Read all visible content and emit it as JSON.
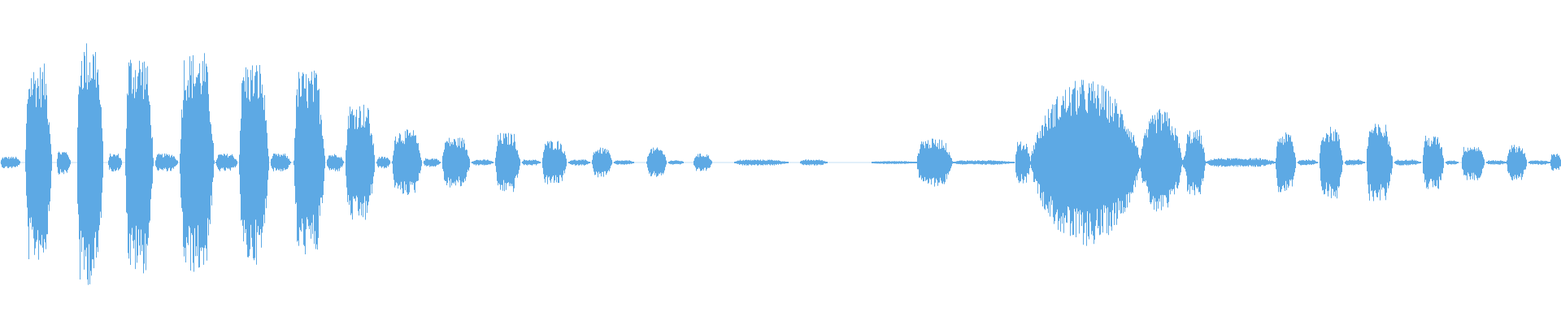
{
  "waveform": {
    "color": "#5da9e4",
    "background": "#ffffff",
    "amplitude_envelope": {
      "description_type": "relative peak amplitude along the timeline (0..1)",
      "segments": [
        {
          "start": 0.0,
          "end": 0.013,
          "peak": 0.04,
          "shape": "sym"
        },
        {
          "start": 0.016,
          "end": 0.033,
          "peak": 0.66,
          "shape": "sym"
        },
        {
          "start": 0.036,
          "end": 0.045,
          "peak": 0.08,
          "shape": "sym"
        },
        {
          "start": 0.049,
          "end": 0.066,
          "peak": 0.82,
          "shape": "sym"
        },
        {
          "start": 0.069,
          "end": 0.078,
          "peak": 0.06,
          "shape": "sym"
        },
        {
          "start": 0.08,
          "end": 0.098,
          "peak": 0.74,
          "shape": "sym"
        },
        {
          "start": 0.099,
          "end": 0.114,
          "peak": 0.06,
          "shape": "sym"
        },
        {
          "start": 0.115,
          "end": 0.137,
          "peak": 0.74,
          "shape": "sym"
        },
        {
          "start": 0.138,
          "end": 0.152,
          "peak": 0.06,
          "shape": "sym"
        },
        {
          "start": 0.153,
          "end": 0.172,
          "peak": 0.68,
          "shape": "sym"
        },
        {
          "start": 0.173,
          "end": 0.186,
          "peak": 0.06,
          "shape": "sym"
        },
        {
          "start": 0.188,
          "end": 0.208,
          "peak": 0.62,
          "shape": "sym"
        },
        {
          "start": 0.209,
          "end": 0.22,
          "peak": 0.06,
          "shape": "sym"
        },
        {
          "start": 0.221,
          "end": 0.24,
          "peak": 0.4,
          "shape": "sym"
        },
        {
          "start": 0.241,
          "end": 0.25,
          "peak": 0.04,
          "shape": "sym"
        },
        {
          "start": 0.251,
          "end": 0.27,
          "peak": 0.22,
          "shape": "sym"
        },
        {
          "start": 0.271,
          "end": 0.282,
          "peak": 0.03,
          "shape": "sym"
        },
        {
          "start": 0.283,
          "end": 0.301,
          "peak": 0.17,
          "shape": "sym"
        },
        {
          "start": 0.302,
          "end": 0.316,
          "peak": 0.02,
          "shape": "sym"
        },
        {
          "start": 0.317,
          "end": 0.333,
          "peak": 0.2,
          "shape": "sym"
        },
        {
          "start": 0.334,
          "end": 0.346,
          "peak": 0.02,
          "shape": "sym"
        },
        {
          "start": 0.347,
          "end": 0.363,
          "peak": 0.15,
          "shape": "sym"
        },
        {
          "start": 0.364,
          "end": 0.378,
          "peak": 0.02,
          "shape": "sym"
        },
        {
          "start": 0.379,
          "end": 0.392,
          "peak": 0.1,
          "shape": "sym"
        },
        {
          "start": 0.393,
          "end": 0.406,
          "peak": 0.015,
          "shape": "sym"
        },
        {
          "start": 0.414,
          "end": 0.427,
          "peak": 0.1,
          "shape": "sym"
        },
        {
          "start": 0.428,
          "end": 0.438,
          "peak": 0.015,
          "shape": "sym"
        },
        {
          "start": 0.444,
          "end": 0.456,
          "peak": 0.06,
          "shape": "sym"
        },
        {
          "start": 0.47,
          "end": 0.505,
          "peak": 0.02,
          "shape": "sym"
        },
        {
          "start": 0.512,
          "end": 0.53,
          "peak": 0.02,
          "shape": "sym"
        },
        {
          "start": 0.558,
          "end": 0.587,
          "peak": 0.01,
          "shape": "sym"
        },
        {
          "start": 0.587,
          "end": 0.61,
          "peak": 0.16,
          "shape": "sym"
        },
        {
          "start": 0.61,
          "end": 0.65,
          "peak": 0.015,
          "shape": "sym"
        },
        {
          "start": 0.65,
          "end": 0.66,
          "peak": 0.14,
          "shape": "sym"
        },
        {
          "start": 0.66,
          "end": 0.73,
          "peak": 0.56,
          "shape": "dome"
        },
        {
          "start": 0.73,
          "end": 0.757,
          "peak": 0.36,
          "shape": "dome"
        },
        {
          "start": 0.757,
          "end": 0.772,
          "peak": 0.06,
          "shape": "sym"
        },
        {
          "start": 0.759,
          "end": 0.772,
          "peak": 0.22,
          "shape": "sym"
        },
        {
          "start": 0.772,
          "end": 0.818,
          "peak": 0.03,
          "shape": "sym"
        },
        {
          "start": 0.817,
          "end": 0.83,
          "peak": 0.2,
          "shape": "sym"
        },
        {
          "start": 0.831,
          "end": 0.844,
          "peak": 0.02,
          "shape": "sym"
        },
        {
          "start": 0.845,
          "end": 0.86,
          "peak": 0.24,
          "shape": "sym"
        },
        {
          "start": 0.861,
          "end": 0.874,
          "peak": 0.02,
          "shape": "sym"
        },
        {
          "start": 0.875,
          "end": 0.892,
          "peak": 0.26,
          "shape": "sym"
        },
        {
          "start": 0.893,
          "end": 0.91,
          "peak": 0.02,
          "shape": "sym"
        },
        {
          "start": 0.911,
          "end": 0.925,
          "peak": 0.18,
          "shape": "sym"
        },
        {
          "start": 0.926,
          "end": 0.934,
          "peak": 0.015,
          "shape": "sym"
        },
        {
          "start": 0.936,
          "end": 0.951,
          "peak": 0.12,
          "shape": "sym"
        },
        {
          "start": 0.952,
          "end": 0.965,
          "peak": 0.015,
          "shape": "sym"
        },
        {
          "start": 0.965,
          "end": 0.978,
          "peak": 0.12,
          "shape": "sym"
        },
        {
          "start": 0.979,
          "end": 0.993,
          "peak": 0.015,
          "shape": "sym"
        },
        {
          "start": 0.993,
          "end": 1.0,
          "peak": 0.06,
          "shape": "sym"
        }
      ]
    }
  }
}
